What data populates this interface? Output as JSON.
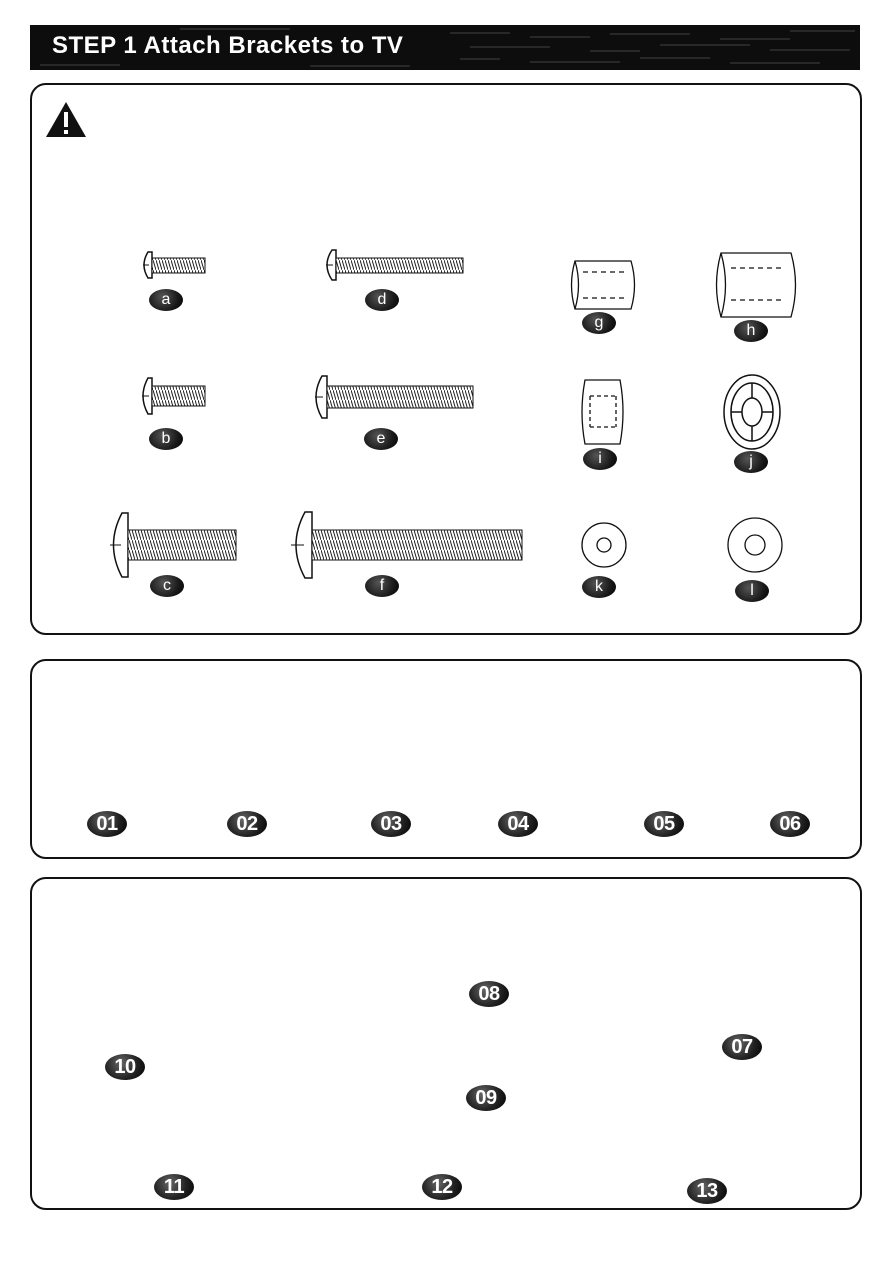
{
  "header": {
    "title": "STEP 1 Attach Brackets to TV"
  },
  "panel1": {
    "parts": [
      {
        "label": "a"
      },
      {
        "label": "b"
      },
      {
        "label": "c"
      },
      {
        "label": "d"
      },
      {
        "label": "e"
      },
      {
        "label": "f"
      },
      {
        "label": "g"
      },
      {
        "label": "i"
      },
      {
        "label": "k"
      },
      {
        "label": "h"
      },
      {
        "label": "j"
      },
      {
        "label": "l"
      }
    ]
  },
  "panel2": {
    "parts": [
      {
        "label": "01"
      },
      {
        "label": "02"
      },
      {
        "label": "03"
      },
      {
        "label": "04"
      },
      {
        "label": "05"
      },
      {
        "label": "06"
      }
    ]
  },
  "panel3": {
    "parts": [
      {
        "label": "10"
      },
      {
        "label": "08"
      },
      {
        "label": "09"
      },
      {
        "label": "07"
      },
      {
        "label": "11"
      },
      {
        "label": "12"
      },
      {
        "label": "13"
      }
    ]
  }
}
